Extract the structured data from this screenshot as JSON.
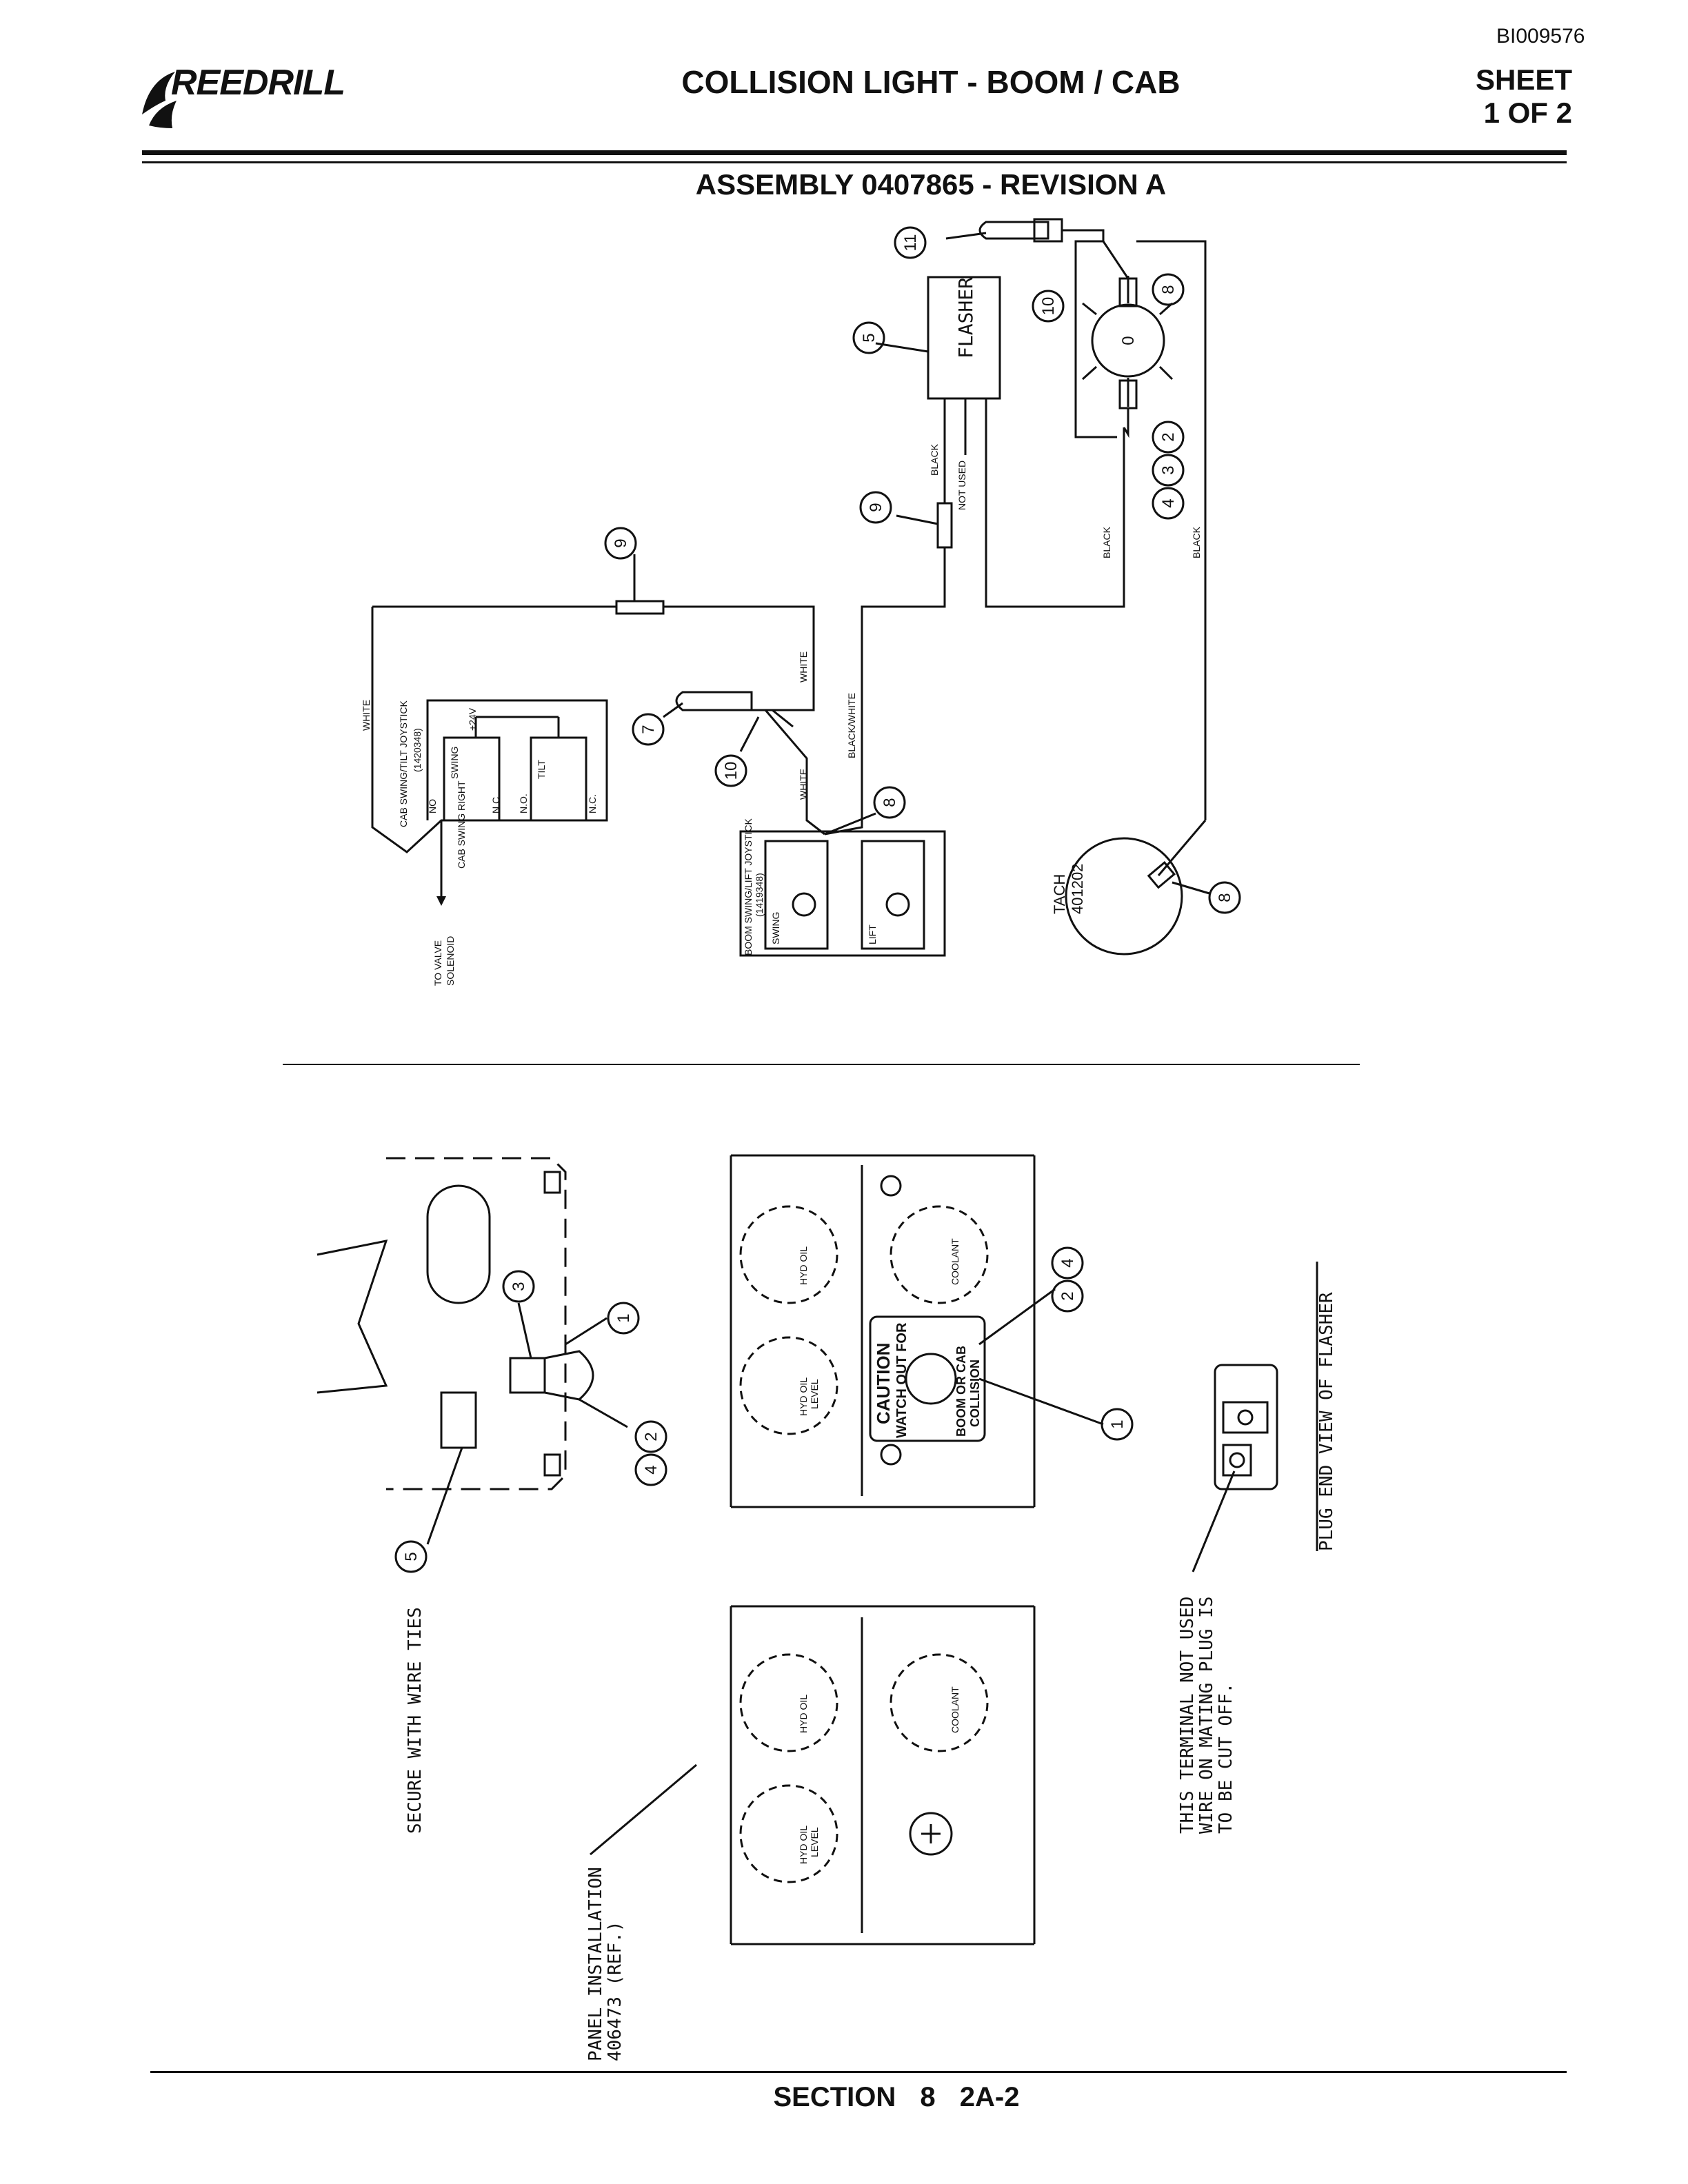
{
  "header": {
    "doc_id": "BI009576",
    "logo_text": "REEDRILL",
    "title": "COLLISION LIGHT - BOOM / CAB",
    "sheet_line1": "SHEET",
    "sheet_line2": "1 OF 2"
  },
  "assembly": "ASSEMBLY 0407865 - REVISION A",
  "wiring": {
    "flasher_label": "FLASHER",
    "wire_black": "BLACK",
    "wire_white": "WHITE",
    "wire_black_white": "BLACK/WHITE",
    "not_used": "NOT USED",
    "tach_line1": "TACH",
    "tach_line2": "401202",
    "cab_joystick_line1": "CAB SWING/TILT JOYSTICK",
    "cab_joystick_line2": "(1420348)",
    "boom_joystick_line1": "BOOM SWING/LIFT JOYSTICK",
    "boom_joystick_line2": "(1419348)",
    "cab_swing_right": "CAB SWING RIGHT",
    "to_valve_line1": "TO VALVE",
    "to_valve_line2": "SOLENOID",
    "plus24v": "+24V",
    "swing": "SWING",
    "tilt": "TILT",
    "lift": "LIFT",
    "no": "N.O.",
    "nc": "N.C.",
    "no_short": "NO",
    "callouts": {
      "c11": "11",
      "c10a": "10",
      "c8a": "8",
      "c5": "5",
      "c0": "0",
      "c2a": "2",
      "c3a": "3",
      "c4a": "4",
      "c9a": "9",
      "c9b": "9",
      "c7": "7",
      "c10b": "10",
      "c8b": "8",
      "c8c": "8"
    }
  },
  "installation": {
    "secure_note": "SECURE WITH WIRE TIES",
    "panel_note_line1": "PANEL INSTALLATION",
    "panel_note_line2": "406473 (REF.)",
    "terminal_note_line1": "THIS TERMINAL NOT USED",
    "terminal_note_line2": "WIRE ON MATING PLUG IS",
    "terminal_note_line3": "TO BE CUT OFF.",
    "plug_end_view": "PLUG END VIEW OF FLASHER",
    "caution": "CAUTION",
    "watch_out_for": "WATCH OUT FOR",
    "boom_or_cab": "BOOM OR CAB",
    "collision": "COLLISION",
    "hyd_oil": "HYD OIL",
    "level": "LEVEL",
    "coolant": "COOLANT",
    "callouts": {
      "c3": "3",
      "c1a": "1",
      "c2a": "2",
      "c4a": "4",
      "c5": "5",
      "c2b": "2",
      "c4b": "4",
      "c1b": "1"
    }
  },
  "footer": {
    "section": "SECTION 8",
    "page": "2A-2"
  }
}
